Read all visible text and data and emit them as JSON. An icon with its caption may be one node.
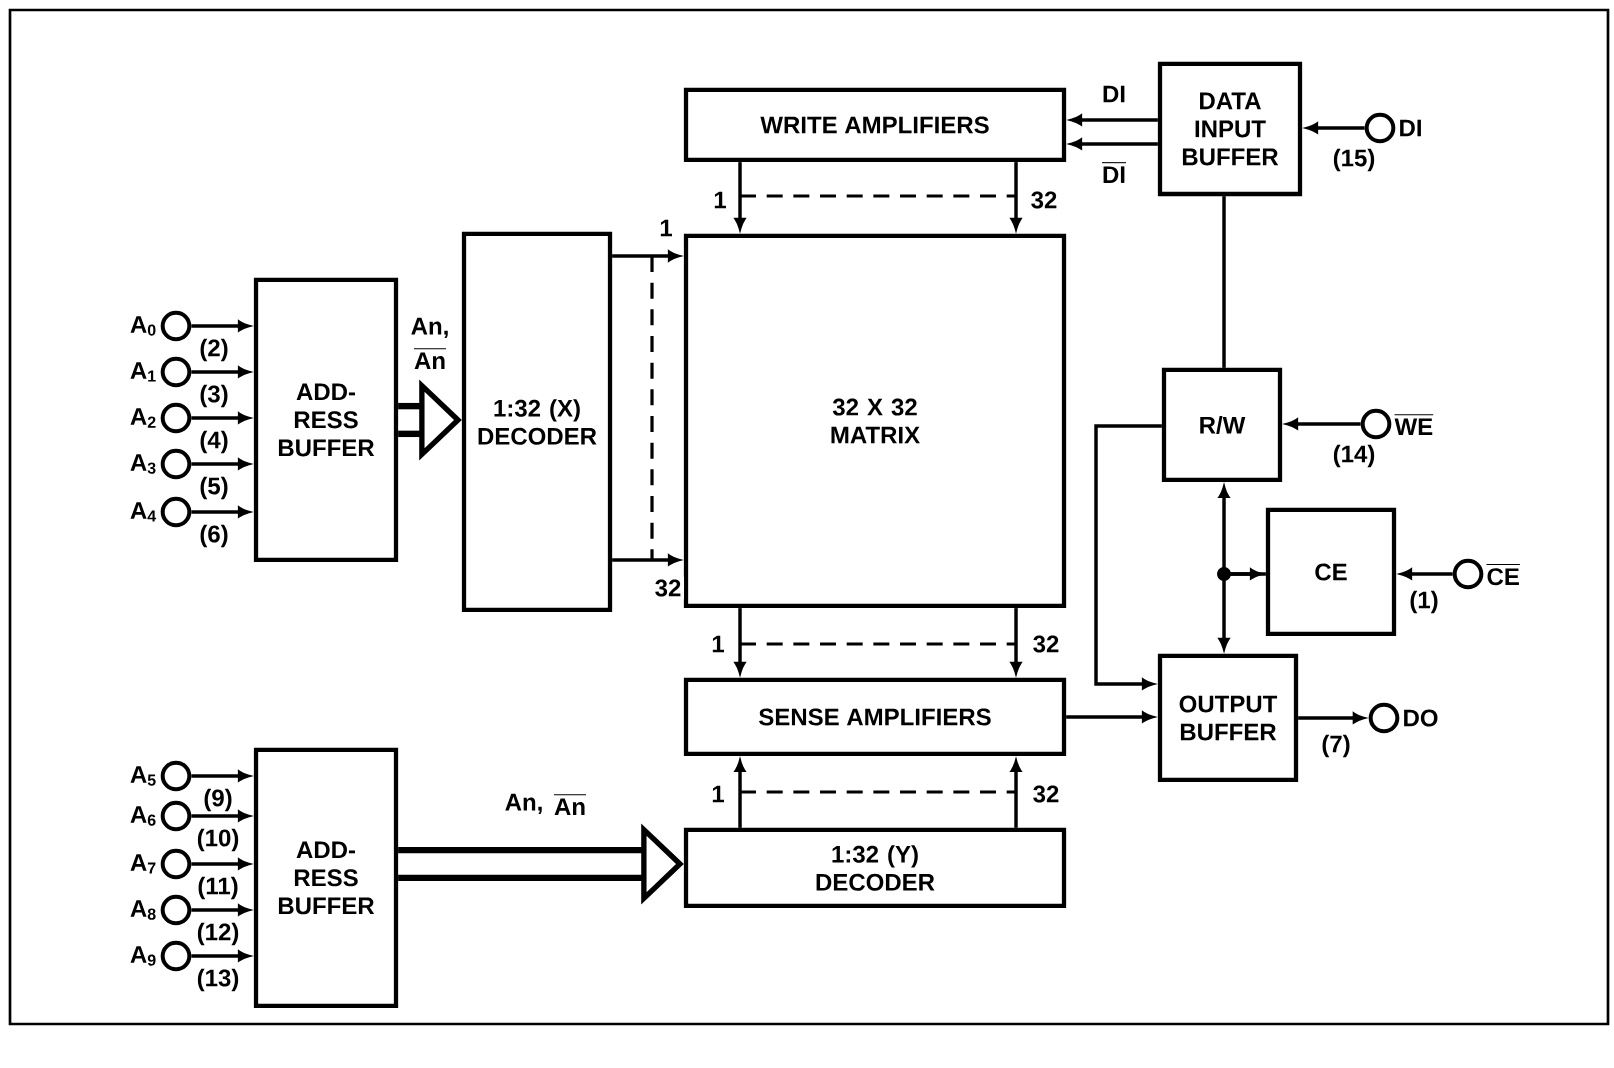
{
  "diagram": {
    "nodes": [
      {
        "text": [
          "WRITE AMPLIFIERS"
        ]
      },
      {
        "text": [
          "DATA INPUT BUFFER"
        ]
      },
      {
        "text": [
          "DI"
        ],
        "beside": [
          "(15)"
        ]
      },
      {
        "text": [
          "ADD- RESS BUFFER"
        ]
      },
      {
        "text": [
          "1:32 (X) DECODER"
        ]
      },
      {
        "text": [
          "32 X 32 MATRIX"
        ]
      },
      {
        "text": [
          "R/W"
        ]
      },
      {
        "text": [
          "WE"
        ],
        "beside": [
          "(14)"
        ]
      },
      {
        "text": [
          "CE"
        ]
      },
      {
        "text": [
          "CE"
        ],
        "beside": [
          "(1)"
        ]
      },
      {
        "text": [
          "SENSE AMPLIFIERS"
        ]
      },
      {
        "text": [
          "OUTPUT BUFFER"
        ]
      },
      {
        "text": [
          "DO"
        ],
        "beside": [
          "(7)"
        ]
      },
      {
        "text": [
          "ADD- RESS BUFFER"
        ]
      },
      {
        "text": [
          "1:32 (Y) DECODER"
        ]
      },
      {
        "text": [
          "A$_{0}$"
        ],
        "beside": [
          "(2)"
        ]
      },
      {
        "text": [
          "A$_{1}$"
        ],
        "beside": [
          "(3)"
        ]
      },
      {
        "text": [
          "A$_{2}$"
        ],
        "beside": [
          "(4)"
        ]
      },
      {
        "text": [
          "A$_{3}$"
        ],
        "beside": [
          "(5)"
        ]
      },
      {
        "text": [
          "A$_{4}$"
        ],
        "beside": [
          "(6)"
        ]
      },
      {
        "text": [
          "A$_{5}$"
        ],
        "beside": [
          "(9)"
        ]
      },
      {
        "text": [
          "A$_{6}$"
        ],
        "beside": [
          "(10)"
        ]
      },
      {
        "text": [
          "A$_{7}$"
        ],
        "beside": [
          "(11)"
        ]
      },
      {
        "text": [
          "A$_{8}$"
        ],
        "beside": [
          "(12)"
        ]
      },
      {
        "text": [
          "A$_{9}$"
        ],
        "beside": [
          "(13)"
        ]
      }
    ],
    "edges": [
      {
        "from": 15,
        "to": 3,
        "arrow": "to"
      },
      {
        "from": 16,
        "to": 3,
        "arrow": "to"
      },
      {
        "from": 17,
        "to": 3,
        "arrow": "to"
      },
      {
        "from": 18,
        "to": 3,
        "arrow": "to"
      },
      {
        "from": 19,
        "to": 3,
        "arrow": "to"
      },
      {
        "from": 3,
        "to": 4,
        "arrow": "to",
        "style": "thick",
        "label": "An,"
      },
      {
        "from": 4,
        "to": 5,
        "arrow": "to",
        "label": "1"
      },
      {
        "from": 4,
        "to": 5,
        "arrow": "to",
        "label": "32"
      },
      {
        "from": 1,
        "to": 0,
        "arrow": "to",
        "label": "DI"
      },
      {
        "from": 1,
        "to": 0,
        "arrow": "to",
        "label": "DI"
      },
      {
        "from": 2,
        "to": 1,
        "arrow": "to"
      },
      {
        "from": 0,
        "to": 5,
        "arrow": "to",
        "label": "1"
      },
      {
        "from": 0,
        "to": 5,
        "arrow": "to",
        "label": "32"
      },
      {
        "from": 1,
        "to": 6,
        "arrow": "none"
      },
      {
        "from": 7,
        "to": 6,
        "arrow": "to"
      },
      {
        "from": 6,
        "to": 11,
        "arrow": "to"
      },
      {
        "from": 8,
        "to": 6,
        "arrow": "both"
      },
      {
        "from": 8,
        "to": 11,
        "arrow": "to"
      },
      {
        "from": 9,
        "to": 8,
        "arrow": "to"
      },
      {
        "from": 5,
        "to": 10,
        "arrow": "to",
        "label": "1"
      },
      {
        "from": 5,
        "to": 10,
        "arrow": "to",
        "label": "32"
      },
      {
        "from": 14,
        "to": 10,
        "arrow": "to",
        "label": "1"
      },
      {
        "from": 14,
        "to": 10,
        "arrow": "to",
        "label": "32"
      },
      {
        "from": 10,
        "to": 11,
        "arrow": "to"
      },
      {
        "from": 11,
        "to": 12,
        "arrow": "to"
      },
      {
        "from": 20,
        "to": 13,
        "arrow": "to"
      },
      {
        "from": 21,
        "to": 13,
        "arrow": "to"
      },
      {
        "from": 22,
        "to": 13,
        "arrow": "to"
      },
      {
        "from": 23,
        "to": 13,
        "arrow": "to"
      },
      {
        "from": 24,
        "to": 13,
        "arrow": "to"
      },
      {
        "from": 13,
        "to": 14,
        "arrow": "to",
        "style": "thick",
        "label": "An,"
      }
    ],
    "labels": [
      "An",
      "An"
    ]
  }
}
